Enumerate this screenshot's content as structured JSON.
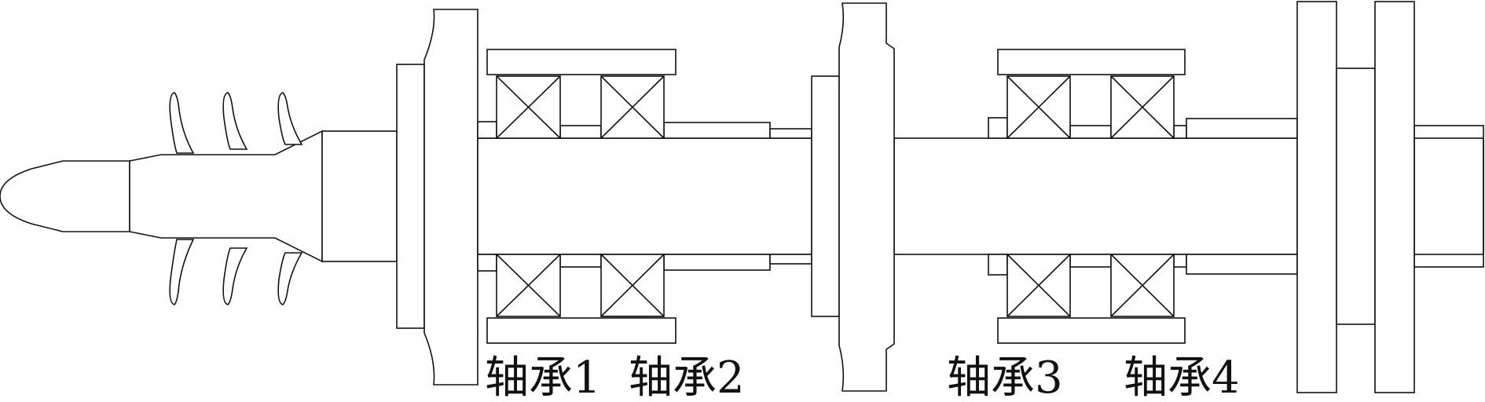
{
  "labels": {
    "bearing_1": "轴承1",
    "bearing_2": "轴承2",
    "bearing_3": "轴承3",
    "bearing_4": "轴承4"
  },
  "colors": {
    "stroke": "#111111",
    "background": "#ffffff"
  }
}
